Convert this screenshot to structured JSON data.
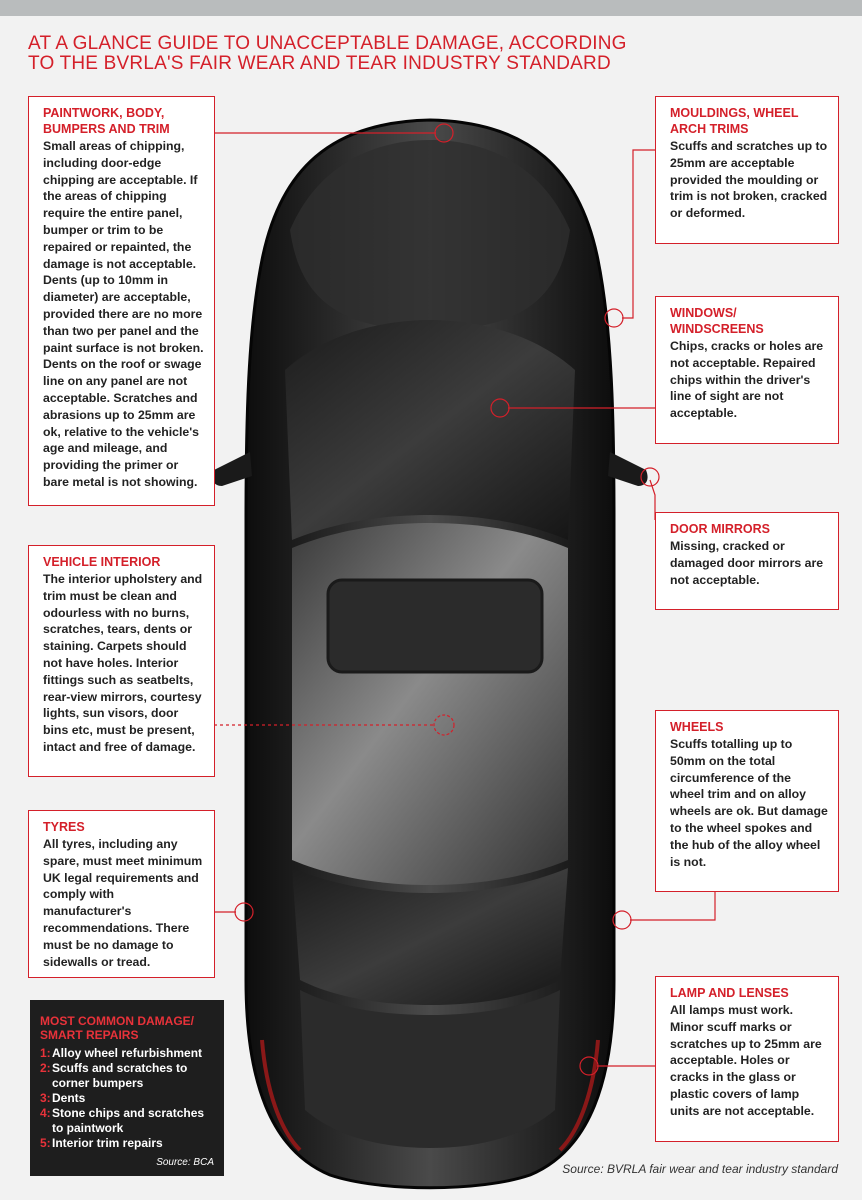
{
  "headline": "AT A GLANCE GUIDE TO UNACCEPTABLE DAMAGE, ACCORDING TO THE BVRLA'S FAIR WEAR AND TEAR INDUSTRY STANDARD",
  "boxes": {
    "paintwork": {
      "title": "PAINTWORK, BODY, BUMPERS AND TRIM",
      "body": "Small areas of chipping, including door-edge chipping are acceptable. If the areas of chipping require the entire panel, bumper or trim to be repaired or repainted, the damage is not acceptable. Dents (up to 10mm in diameter) are acceptable, provided there are no more than two per panel and the paint surface is not broken. Dents on the roof or swage line on any panel are not acceptable. Scratches and abrasions up to 25mm are ok, relative to the vehicle's age and mileage, and providing the primer or bare metal is not showing."
    },
    "interior": {
      "title": "VEHICLE INTERIOR",
      "body": "The interior upholstery and trim must be clean and odourless with no burns, scratches, tears, dents or staining. Carpets should not have holes. Interior fittings such as seatbelts, rear-view mirrors, courtesy lights, sun visors, door bins etc, must be present, intact and free of damage."
    },
    "tyres": {
      "title": "TYRES",
      "body": "All tyres, including any spare, must meet minimum UK legal requirements and comply with manufacturer's recommendations. There must be no damage to sidewalls or tread."
    },
    "mouldings": {
      "title": "MOULDINGS, WHEEL ARCH TRIMS",
      "body": "Scuffs and scratches up to 25mm are acceptable provided the moulding or trim is not broken, cracked or deformed."
    },
    "windows": {
      "title": "WINDOWS/ WINDSCREENS",
      "body": "Chips, cracks or holes are not acceptable. Repaired chips within the driver's line of sight are not acceptable."
    },
    "mirrors": {
      "title": "DOOR MIRRORS",
      "body": "Missing, cracked or damaged door mirrors are not acceptable."
    },
    "wheels": {
      "title": "WHEELS",
      "body": "Scuffs totalling up to 50mm on the total circumference of the wheel trim and on alloy wheels are ok. But damage to the wheel spokes and the hub of the alloy wheel is not."
    },
    "lamps": {
      "title": "LAMP AND LENSES",
      "body": "All lamps must work. Minor scuff marks or scratches up to 25mm are acceptable. Holes or cracks in the glass or plastic covers of lamp units are not acceptable."
    }
  },
  "common": {
    "title": "MOST COMMON DAMAGE/ SMART REPAIRS",
    "items": [
      {
        "n": "1:",
        "text": "Alloy wheel refurbishment"
      },
      {
        "n": "2:",
        "text": "Scuffs and scratches to corner bumpers"
      },
      {
        "n": "3:",
        "text": "Dents"
      },
      {
        "n": "4:",
        "text": "Stone chips and scratches to paintwork"
      },
      {
        "n": "5:",
        "text": "Interior trim repairs"
      }
    ],
    "source": "Source: BCA"
  },
  "source": "Source: BVRLA fair wear and tear industry standard",
  "colors": {
    "accent": "#d4202a",
    "background": "#f2f2f2",
    "dark_panel": "#1e1e1e"
  }
}
